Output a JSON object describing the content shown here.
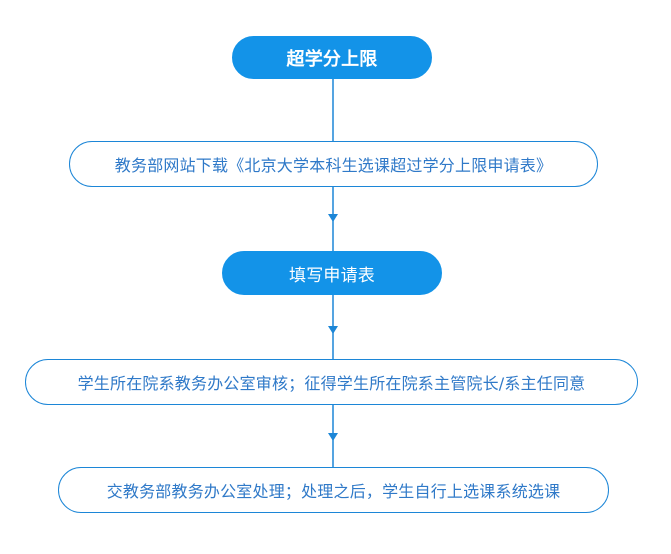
{
  "flowchart": {
    "colors": {
      "accent": "#1393e8",
      "outline": "#1c86d7",
      "outline_text": "#2f79c8",
      "connector": "#1c86d7"
    },
    "steps": [
      {
        "label": "超学分上限",
        "style": "filled"
      },
      {
        "label": "教务部网站下载《北京大学本科生选课超过学分上限申请表》",
        "style": "outlined"
      },
      {
        "label": "填写申请表",
        "style": "filled"
      },
      {
        "label": "学生所在院系教务办公室审核；征得学生所在院系主管院长/系主任同意",
        "style": "outlined"
      },
      {
        "label": "交教务部教务办公室处理；处理之后，学生自行上选课系统选课",
        "style": "outlined"
      }
    ]
  }
}
